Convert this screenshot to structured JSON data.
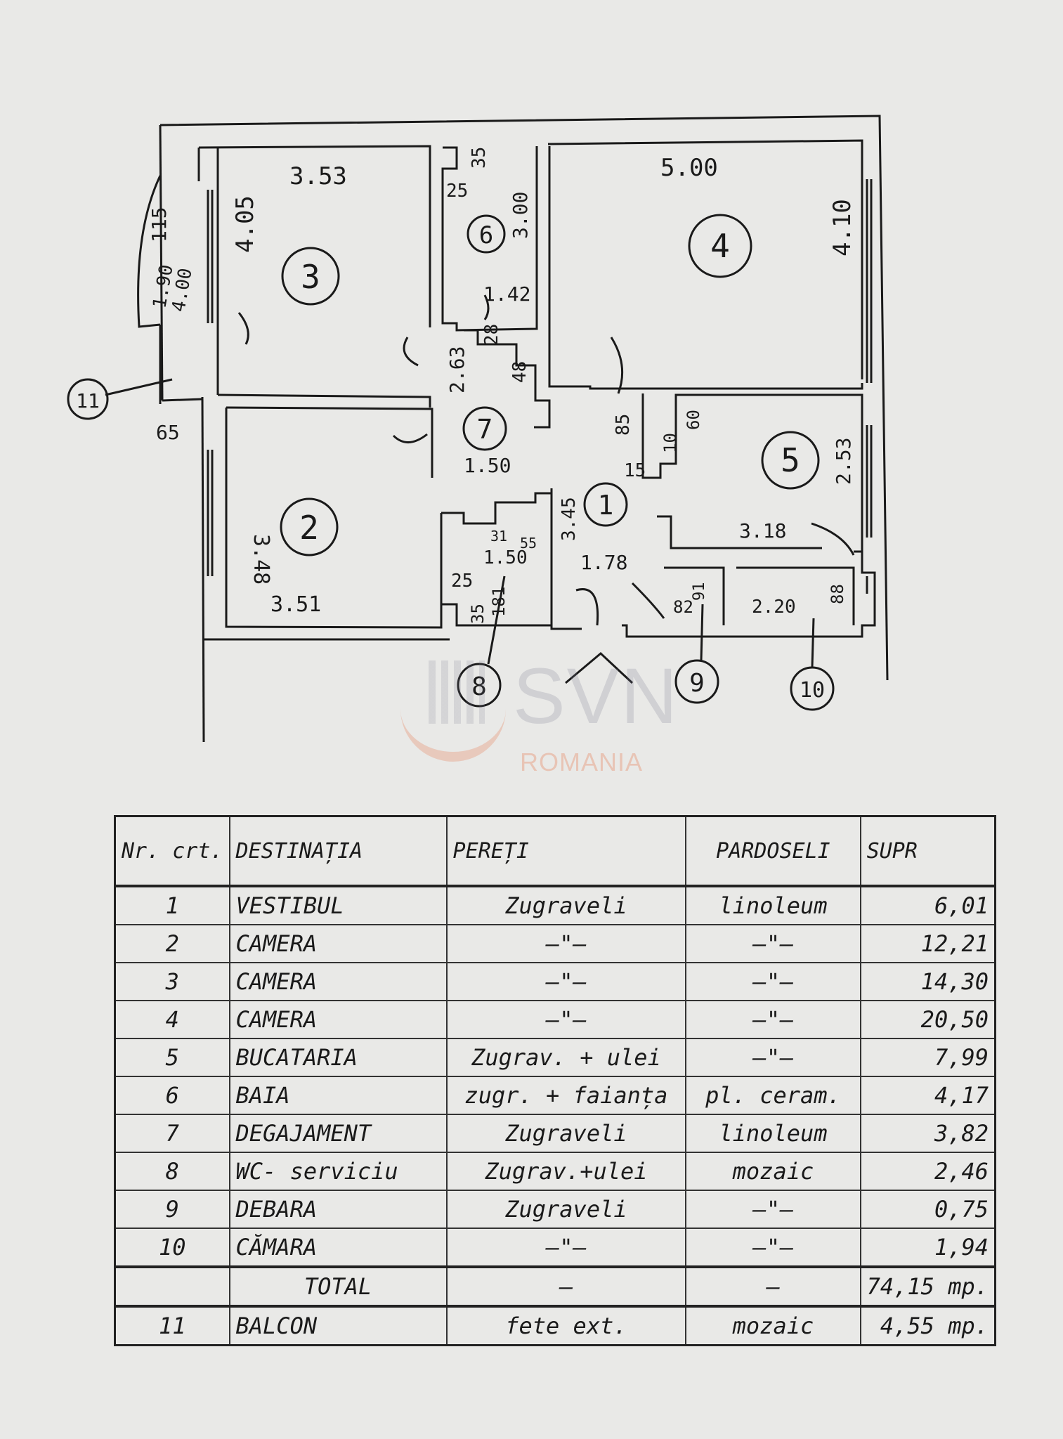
{
  "watermark": {
    "brand": "SVN",
    "sub": "ROMANIA"
  },
  "plan": {
    "room_numbers": [
      "1",
      "2",
      "3",
      "4",
      "5",
      "6",
      "7",
      "8",
      "9",
      "10",
      "11"
    ],
    "dimensions": [
      "3.53",
      "4.05",
      "5.00",
      "4.10",
      "3.00",
      "25",
      "35",
      "1.42",
      "28",
      "48",
      "2.63",
      "1.50",
      "85",
      "15",
      "10",
      "60",
      "2.53",
      "3.18",
      "1.78",
      "3.45",
      "1.50",
      "31",
      "55",
      "25",
      "35",
      "181",
      "82",
      "91",
      "2.20",
      "88",
      "3.48",
      "3.51",
      "115",
      "1.90",
      "4.00",
      "65"
    ]
  },
  "legend": {
    "headers": {
      "nr": "Nr. crt.",
      "dest": "DESTINAȚIA",
      "pereti": "PEREȚI",
      "pardoseli": "PARDOSELI",
      "supr": "SUPR"
    },
    "rows": [
      {
        "nr": "1",
        "dest": "VESTIBUL",
        "pereti": "Zugraveli",
        "pardoseli": "linoleum",
        "supr": "6,01"
      },
      {
        "nr": "2",
        "dest": "CAMERA",
        "pereti": "—\"—",
        "pardoseli": "—\"—",
        "supr": "12,21"
      },
      {
        "nr": "3",
        "dest": "CAMERA",
        "pereti": "—\"—",
        "pardoseli": "—\"—",
        "supr": "14,30"
      },
      {
        "nr": "4",
        "dest": "CAMERA",
        "pereti": "—\"—",
        "pardoseli": "—\"—",
        "supr": "20,50"
      },
      {
        "nr": "5",
        "dest": "BUCATARIA",
        "pereti": "Zugrav. + ulei",
        "pardoseli": "—\"—",
        "supr": "7,99"
      },
      {
        "nr": "6",
        "dest": "BAIA",
        "pereti": "zugr. + faianța",
        "pardoseli": "pl. ceram.",
        "supr": "4,17"
      },
      {
        "nr": "7",
        "dest": "DEGAJAMENT",
        "pereti": "Zugraveli",
        "pardoseli": "linoleum",
        "supr": "3,82"
      },
      {
        "nr": "8",
        "dest": "WC- serviciu",
        "pereti": "Zugrav.+ulei",
        "pardoseli": "mozaic",
        "supr": "2,46"
      },
      {
        "nr": "9",
        "dest": "DEBARA",
        "pereti": "Zugraveli",
        "pardoseli": "—\"—",
        "supr": "0,75"
      },
      {
        "nr": "10",
        "dest": "CĂMARA",
        "pereti": "—\"—",
        "pardoseli": "—\"—",
        "supr": "1,94"
      }
    ],
    "total": {
      "label": "TOTAL",
      "pereti": "—",
      "pardoseli": "—",
      "supr": "74,15 mp."
    },
    "balcon": {
      "nr": "11",
      "dest": "BALCON",
      "pereti": "fete ext.",
      "pardoseli": "mozaic",
      "supr": "4,55 mp."
    }
  }
}
